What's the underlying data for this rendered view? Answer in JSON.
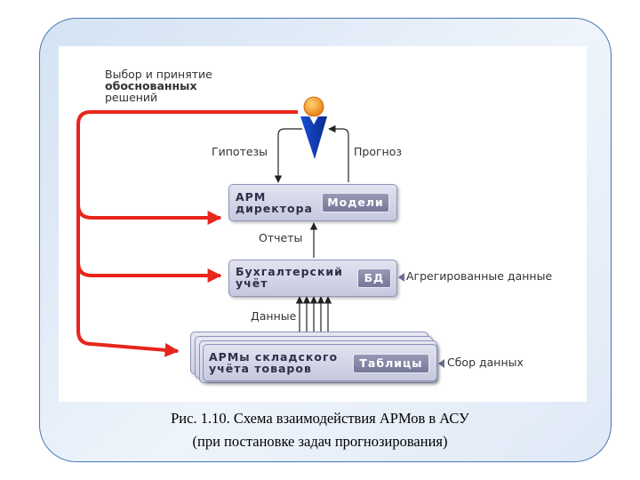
{
  "diagram": {
    "decision_label": [
      "Выбор и принятие",
      "обоснованных",
      "решений"
    ],
    "hypotheses_label": "Гипотезы",
    "forecast_label": "Прогноз",
    "director": {
      "line1": "АРМ",
      "line2": "директора",
      "badge": "Модели"
    },
    "reports_label": "Отчеты",
    "accounting": {
      "line1": "Бухгалтерский",
      "line2": "учёт",
      "badge": "БД",
      "note": "Агрегированные данные"
    },
    "data_label": "Данные",
    "warehouse": {
      "line1": "АРМы складского",
      "line2": "учёта товаров",
      "badge": "Таблицы",
      "note": "Сбор данных"
    }
  },
  "caption": {
    "line1": "Рис. 1.10. Схема взаимодействия АРМов в АСУ",
    "line2": "(при постановке задач прогнозирования)"
  },
  "colors": {
    "flow_arrow": "#e8251c",
    "box_border": "#4a78b5"
  }
}
